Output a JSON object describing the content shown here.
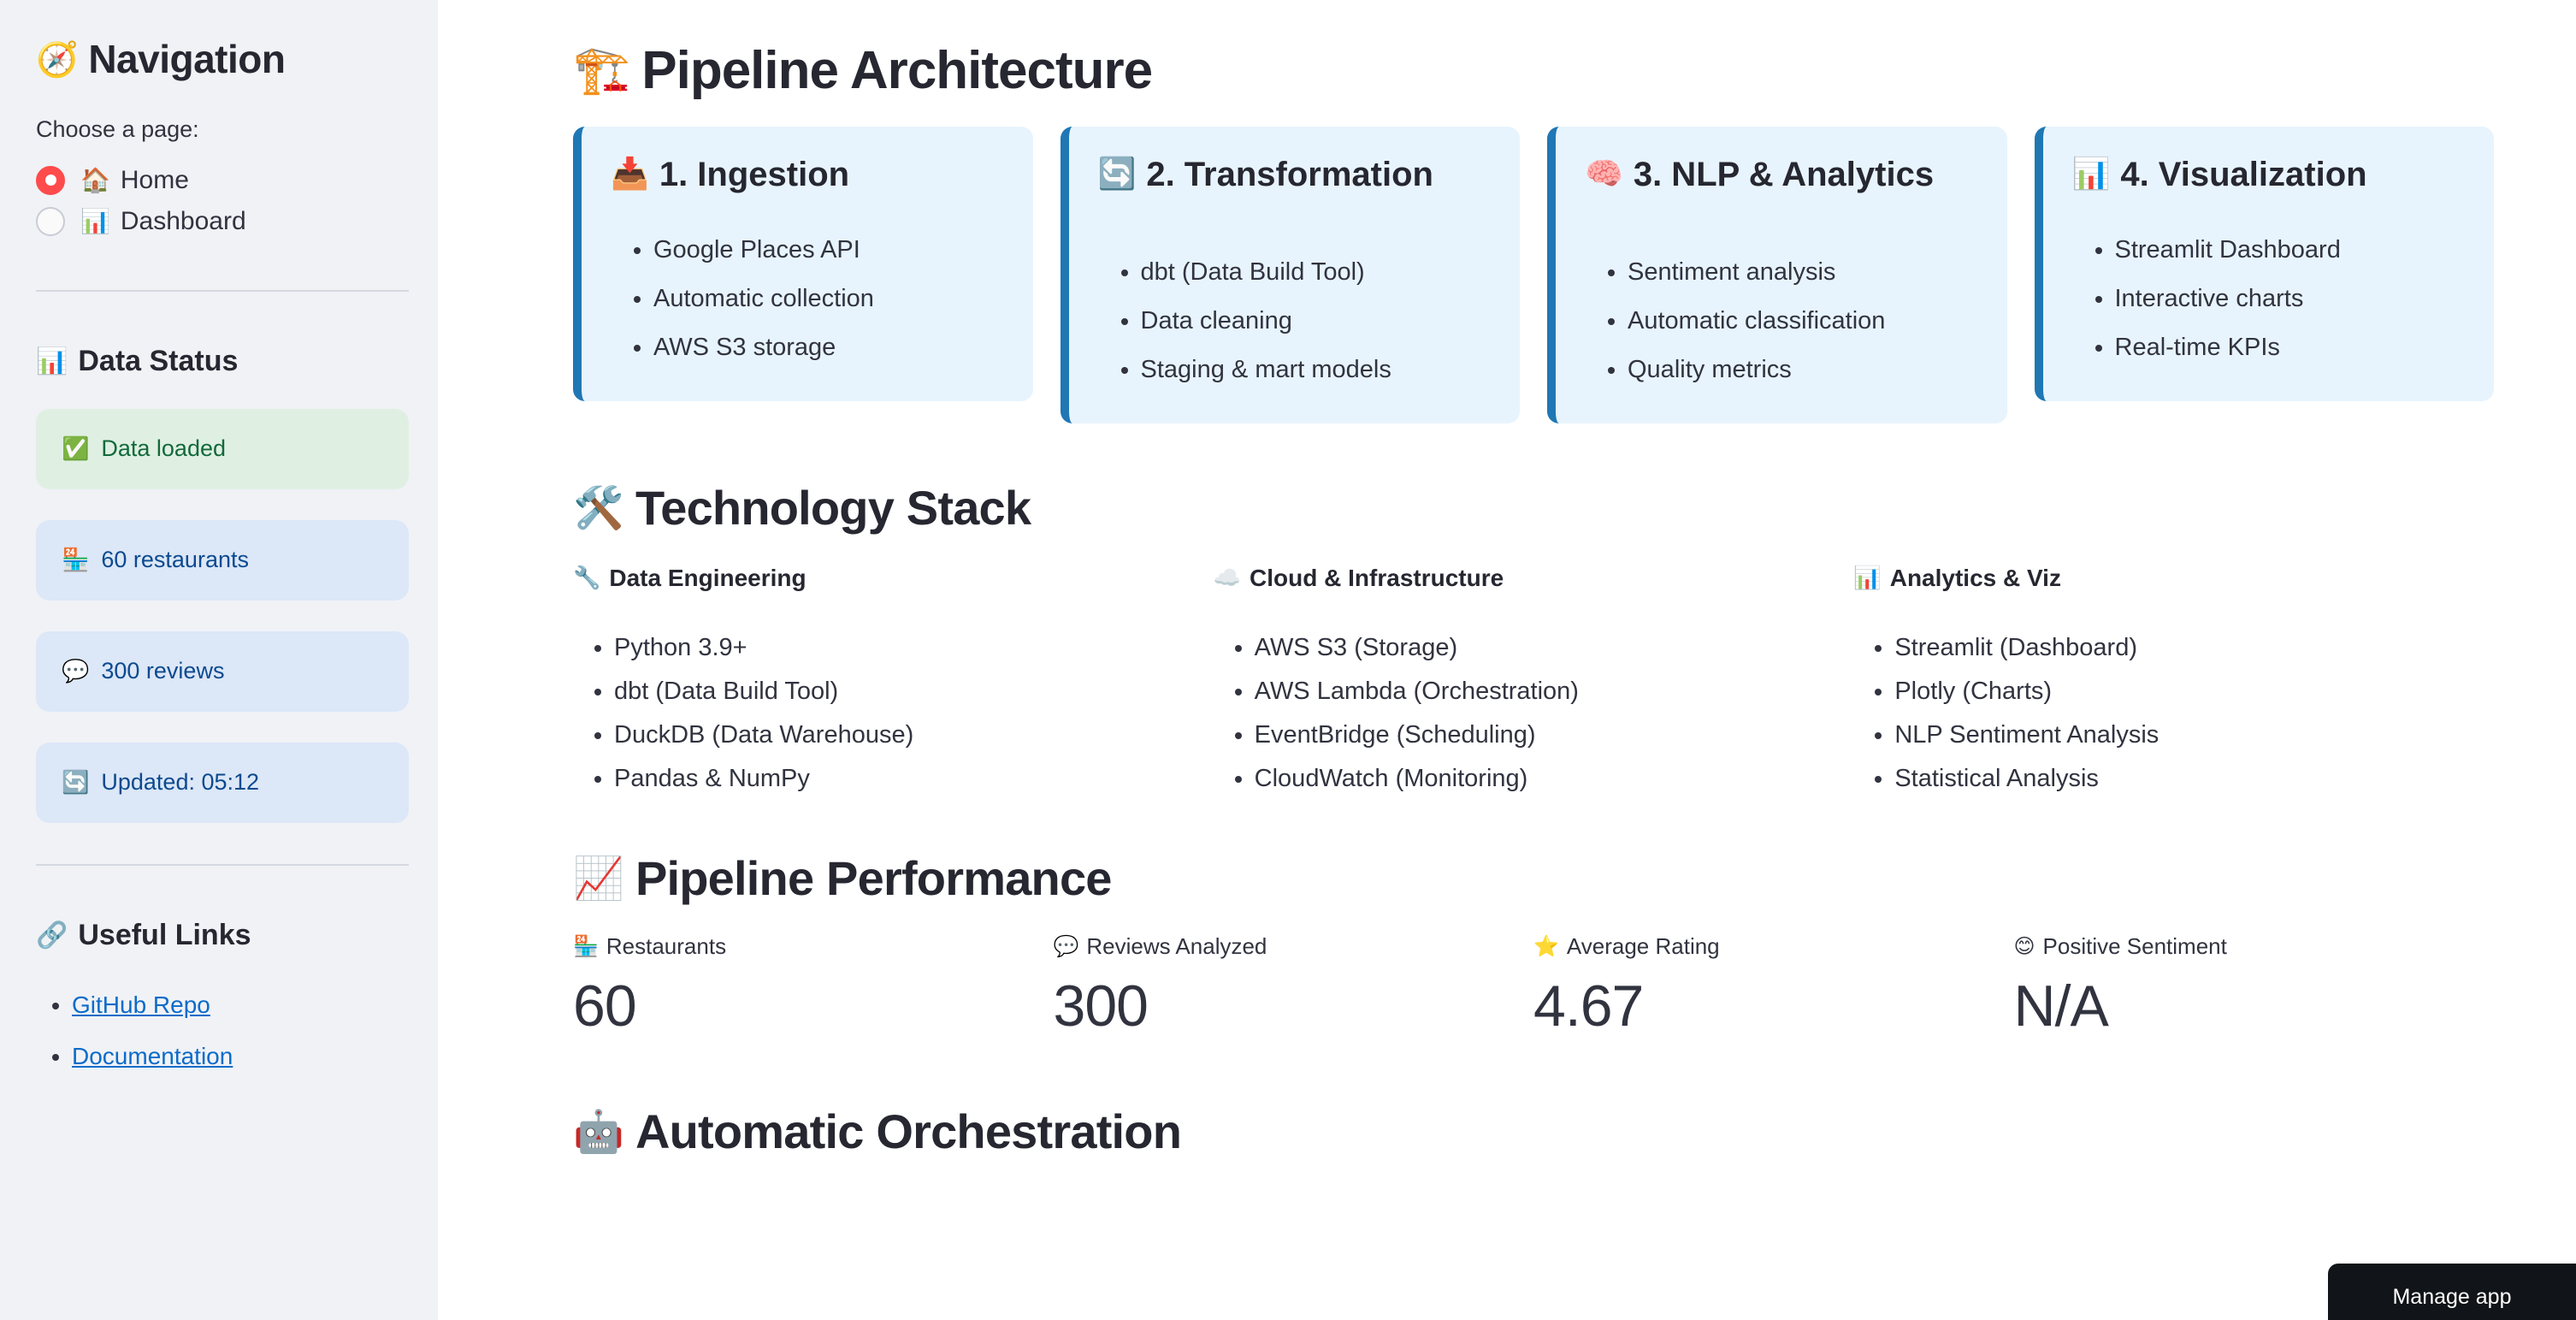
{
  "sidebar": {
    "title": "Navigation",
    "title_icon": "compass-emoji",
    "caption": "Choose a page:",
    "pages": [
      {
        "label": "Home",
        "icon": "house-emoji",
        "selected": true
      },
      {
        "label": "Dashboard",
        "icon": "bar-chart-emoji",
        "selected": false
      }
    ],
    "data_status": {
      "heading": "Data Status",
      "heading_icon": "bar-chart-emoji",
      "items": [
        {
          "text": "Data loaded",
          "icon": "check-mark-emoji",
          "type": "success"
        },
        {
          "text": "60 restaurants",
          "icon": "convenience-store-emoji",
          "type": "info"
        },
        {
          "text": "300 reviews",
          "icon": "speech-balloon-emoji",
          "type": "info"
        },
        {
          "text": "Updated: 05:12",
          "icon": "refresh-emoji",
          "type": "info"
        }
      ]
    },
    "useful_links": {
      "heading": "Useful Links",
      "heading_icon": "link-emoji",
      "links": [
        {
          "label": "GitHub Repo"
        },
        {
          "label": "Documentation"
        }
      ]
    }
  },
  "main": {
    "architecture": {
      "title": "Pipeline Architecture",
      "title_icon": "construction-crane-emoji",
      "cards": [
        {
          "title": "1. Ingestion",
          "icon": "inbox-tray-emoji",
          "items": [
            "Google Places API",
            "Automatic collection",
            "AWS S3 storage"
          ]
        },
        {
          "title": "2. Transformation",
          "icon": "refresh-emoji",
          "items": [
            "dbt (Data Build Tool)",
            "Data cleaning",
            "Staging & mart models"
          ]
        },
        {
          "title": "3. NLP & Analytics",
          "icon": "brain-emoji",
          "items": [
            "Sentiment analysis",
            "Automatic classification",
            "Quality metrics"
          ]
        },
        {
          "title": "4. Visualization",
          "icon": "bar-chart-emoji",
          "items": [
            "Streamlit Dashboard",
            "Interactive charts",
            "Real-time KPIs"
          ]
        }
      ]
    },
    "tech_stack": {
      "title": "Technology Stack",
      "title_icon": "hammer-and-wrench-emoji",
      "columns": [
        {
          "heading": "Data Engineering",
          "icon": "wrench-emoji",
          "items": [
            "Python 3.9+",
            "dbt (Data Build Tool)",
            "DuckDB (Data Warehouse)",
            "Pandas & NumPy"
          ]
        },
        {
          "heading": "Cloud & Infrastructure",
          "icon": "cloud-emoji",
          "items": [
            "AWS S3 (Storage)",
            "AWS Lambda (Orchestration)",
            "EventBridge (Scheduling)",
            "CloudWatch (Monitoring)"
          ]
        },
        {
          "heading": "Analytics & Viz",
          "icon": "bar-chart-emoji",
          "items": [
            "Streamlit (Dashboard)",
            "Plotly (Charts)",
            "NLP Sentiment Analysis",
            "Statistical Analysis"
          ]
        }
      ]
    },
    "performance": {
      "title": "Pipeline Performance",
      "title_icon": "chart-increasing-emoji",
      "metrics": [
        {
          "label": "Restaurants",
          "icon": "convenience-store-emoji",
          "value": "60"
        },
        {
          "label": "Reviews Analyzed",
          "icon": "speech-balloon-emoji",
          "value": "300"
        },
        {
          "label": "Average Rating",
          "icon": "star-emoji",
          "value": "4.67"
        },
        {
          "label": "Positive Sentiment",
          "icon": "smiling-face-emoji",
          "value": "N/A"
        }
      ]
    },
    "orchestration": {
      "title": "Automatic Orchestration",
      "title_icon": "robot-emoji"
    }
  },
  "footer": {
    "manage_app_label": "Manage app"
  },
  "colors": {
    "sidebar_bg": "#f0f2f6",
    "card_bg": "#e8f4fd",
    "card_accent": "#1f77b4",
    "success_bg": "#dff0e3",
    "success_text": "#13693a",
    "info_bg": "#dce7f7",
    "info_text": "#0b4a8f",
    "link": "#0c6bc9",
    "radio_selected": "#ff4b4b",
    "text": "#31333f"
  }
}
